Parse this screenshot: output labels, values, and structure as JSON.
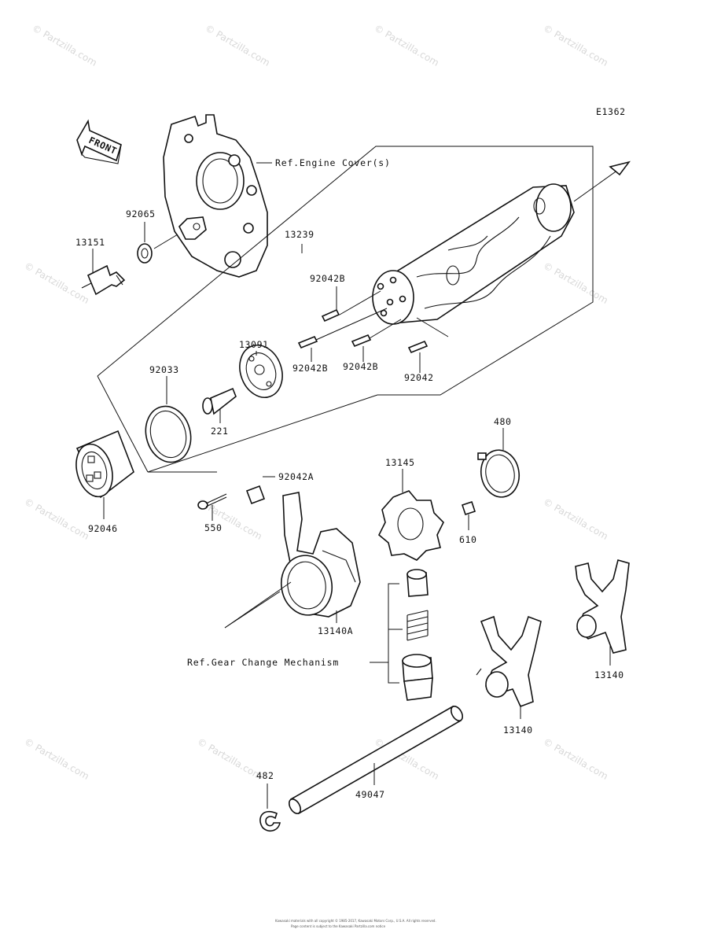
{
  "diagram_code": "E1362",
  "watermark": "© Partzilla.com",
  "front_label": "FRONT",
  "references": {
    "engine_cover": "Ref.Engine Cover(s)",
    "gear_change": "Ref.Gear Change Mechanism"
  },
  "parts": {
    "p13239": "13239",
    "p92065": "92065",
    "p13151": "13151",
    "p92042B_top": "92042B",
    "p13091": "13091",
    "p92033": "92033",
    "p92042B_left": "92042B",
    "p92042B_mid": "92042B",
    "p92042": "92042",
    "p221": "221",
    "p92046": "92046",
    "p92042A": "92042A",
    "p550": "550",
    "p480": "480",
    "p13145": "13145",
    "p610": "610",
    "p13140A": "13140A",
    "p13140_right": "13140",
    "p13140_center": "13140",
    "p482": "482",
    "p49047": "49047"
  },
  "copyright_line1": "Kawasaki materials with all copyright © 1985-2017, Kawasaki Motors Corp., U.S.A. All rights reserved.",
  "copyright_line2": "Page content is subject to the Kawasaki Partzilla.com notice"
}
